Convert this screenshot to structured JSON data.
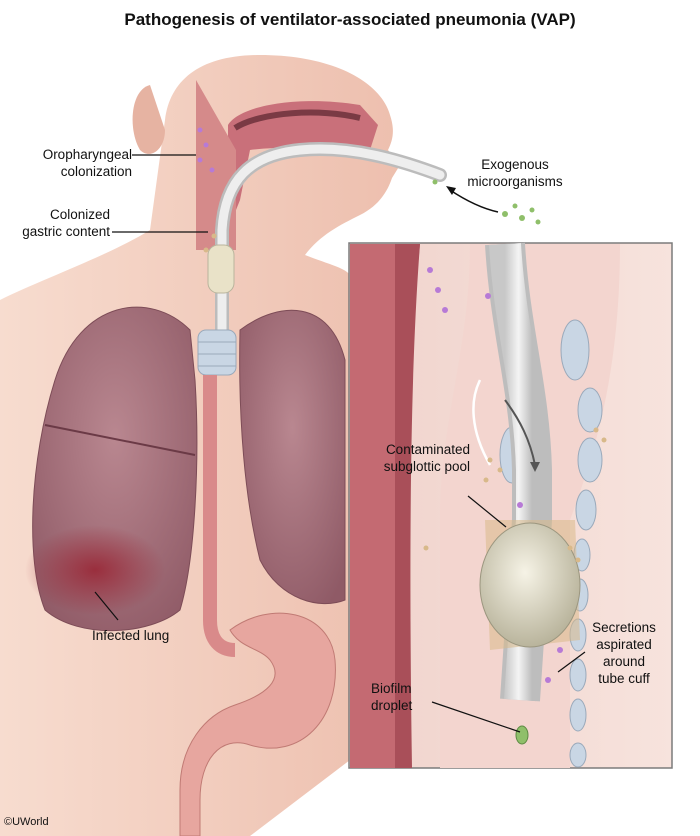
{
  "title": "Pathogenesis of ventilator-associated pneumonia (VAP)",
  "labels": {
    "oropharyngeal": "Oropharyngeal\ncolonization",
    "gastric": "Colonized\ngastric content",
    "exogenous": "Exogenous\nmicroorganisms",
    "subglottic": "Contaminated\nsubglottic pool",
    "infected_lung": "Infected lung",
    "secretions": "Secretions\naspirated\naround\ntube cuff",
    "biofilm": "Biofilm\ndroplet"
  },
  "credit": "©UWorld",
  "colors": {
    "skin": "#f2cbbb",
    "lung": "#a8707a",
    "lung_infected": "#9a2b3a",
    "trachea_cartilage": "#c9d6e4",
    "esophagus": "#d98a8a",
    "stomach": "#e7a69f",
    "tube": "#e6e6e6",
    "cuff": "#e9e2c8",
    "microbe_purple": "#b77ad6",
    "microbe_green": "#8fbf6a",
    "secretion_tan": "#d8b98a"
  }
}
